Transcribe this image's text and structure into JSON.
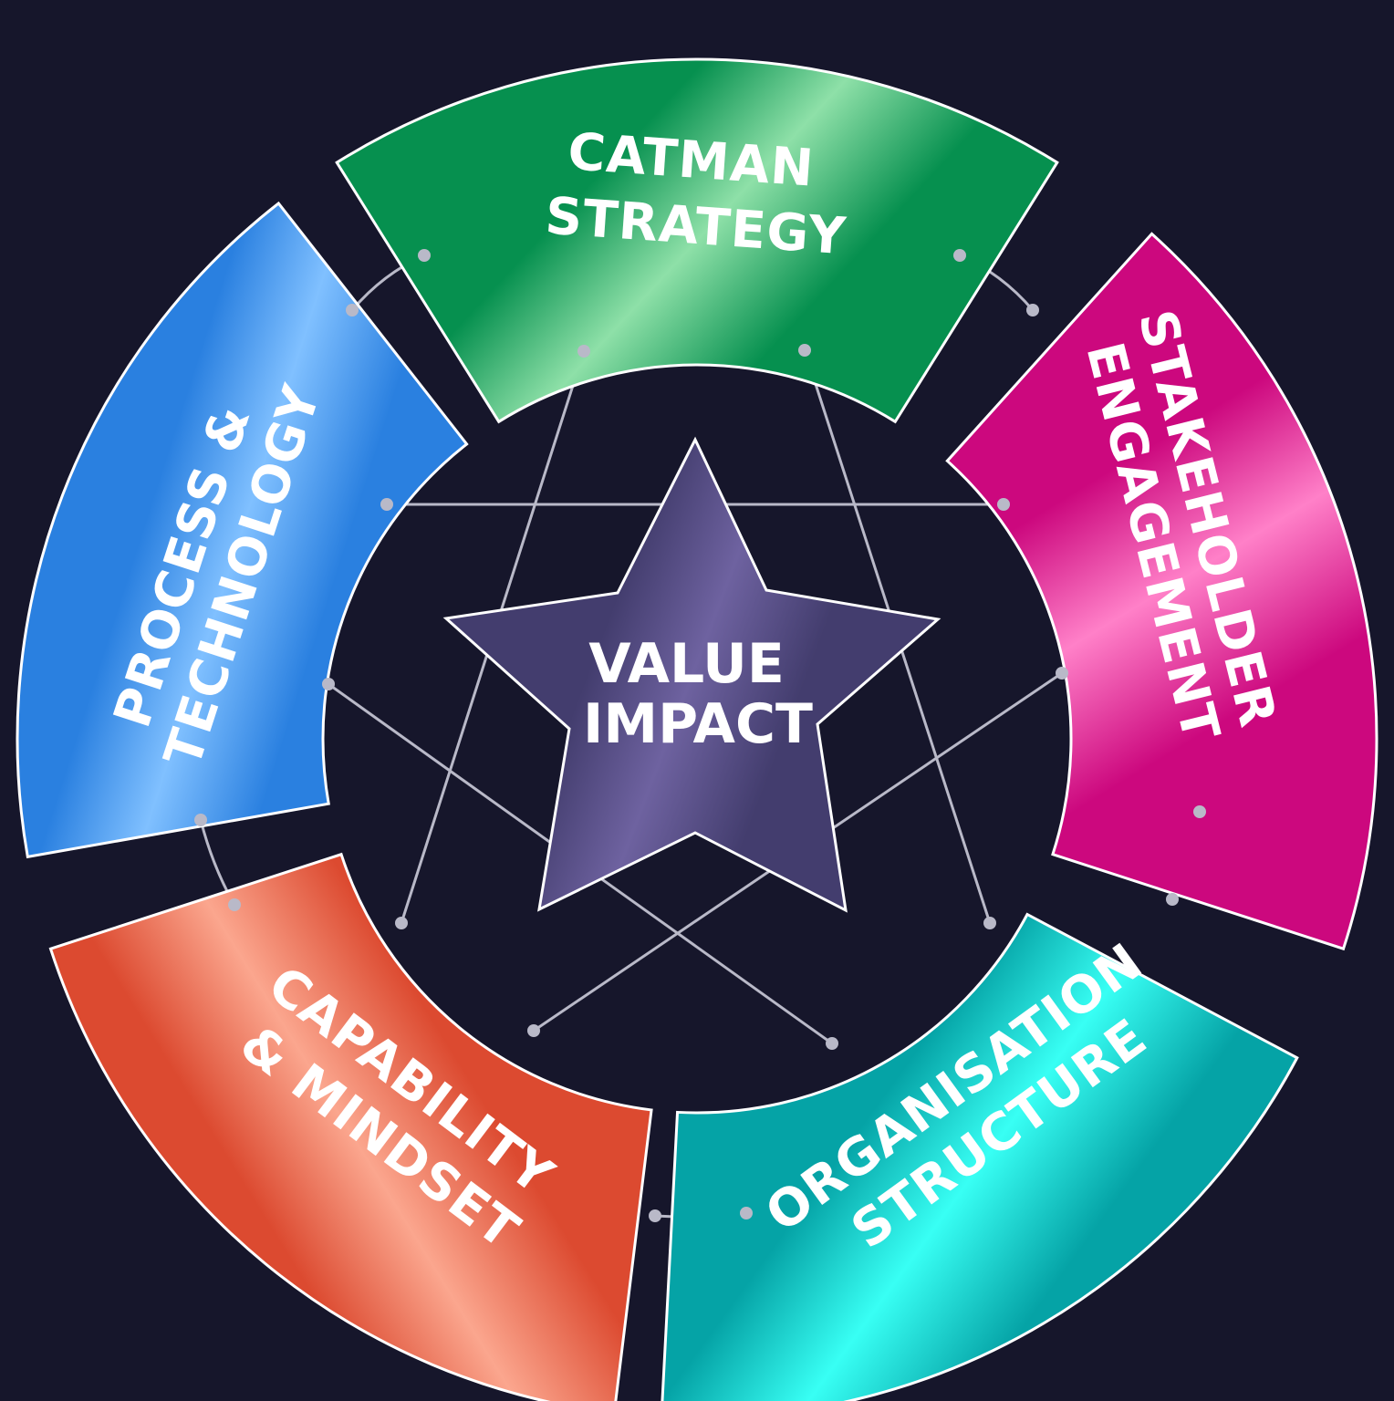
{
  "center": {
    "line1": "VALUE",
    "line2": "IMPACT",
    "colors": [
      "#433d6e",
      "#6e62a0",
      "#433d6e"
    ]
  },
  "segments": [
    {
      "id": "catman-strategy",
      "line1": "CATMAN",
      "line2": "STRATEGY",
      "colors": [
        "#06904f",
        "#8ee0a8",
        "#06904f"
      ]
    },
    {
      "id": "stakeholder-engagement",
      "line1": "STAKEHOLDER",
      "line2": "ENGAGEMENT",
      "colors": [
        "#cc087e",
        "#ff80c8",
        "#cc087e"
      ]
    },
    {
      "id": "organisation-structure",
      "line1": "ORGANISATION",
      "line2": "STRUCTURE",
      "colors": [
        "#05a3a6",
        "#38fff4",
        "#05a3a6"
      ]
    },
    {
      "id": "capability-mindset",
      "line1": "CAPABILITY",
      "line2": "& MINDSET",
      "colors": [
        "#dc4a30",
        "#fba68e",
        "#dc4a30"
      ]
    },
    {
      "id": "process-technology",
      "line1": "PROCESS &",
      "line2": "TECHNOLOGY",
      "colors": [
        "#2a80e0",
        "#80c0ff",
        "#2a80e0"
      ]
    }
  ],
  "background": "#16162b",
  "connector_color": "#b9b9c8"
}
